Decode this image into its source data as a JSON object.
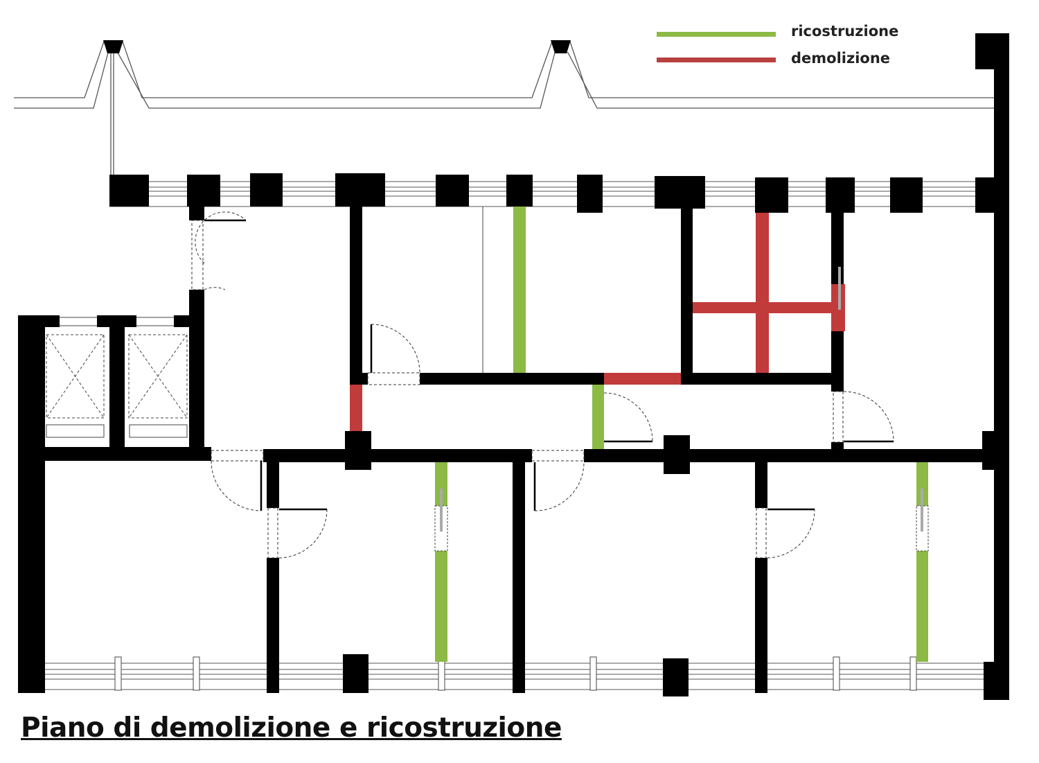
{
  "legend": {
    "items": [
      {
        "label": "ricostruzione",
        "color": "#8cba45"
      },
      {
        "label": "demolizione",
        "color": "#b8403e"
      }
    ]
  },
  "title": "Piano di demolizione e ricostruzione",
  "colors": {
    "wall": "#000000",
    "rebuild": "#8cba45",
    "demolish": "#c23b3b"
  }
}
